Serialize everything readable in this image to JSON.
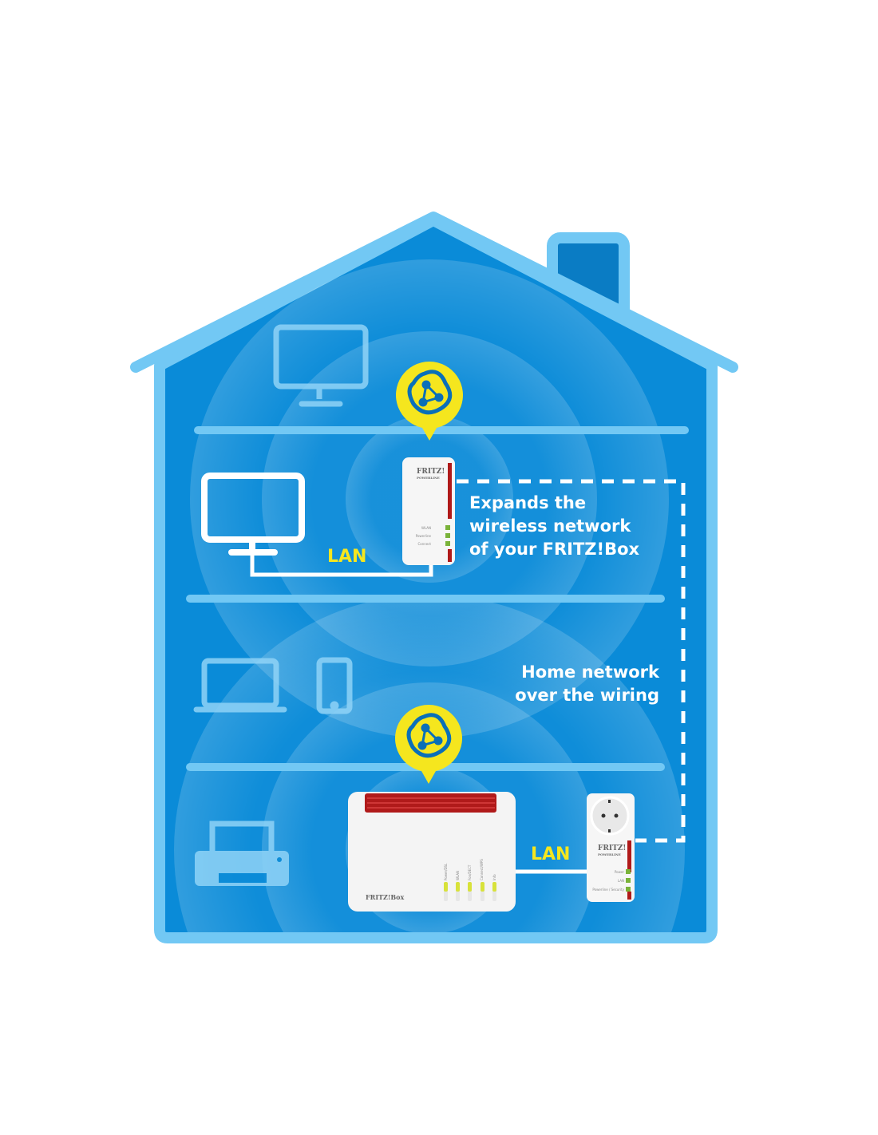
{
  "texts": {
    "wireless_label": [
      "Expands the",
      "wireless network",
      "of your FRITZ!Box"
    ],
    "wiring_label": [
      "Home network",
      "over the wiring"
    ],
    "lan_upper": "LAN",
    "lan_lower": "LAN"
  },
  "devices": {
    "upper_adapter": {
      "brand": "FRITZ!",
      "sub": "POWERLINE",
      "leds": [
        "WLAN",
        "Powerline",
        "Connect"
      ]
    },
    "router": {
      "brand": "FRITZ!Box",
      "leds": [
        "Power/DSL",
        "WLAN",
        "Fon/DECT",
        "Connect/WPS",
        "Info"
      ]
    },
    "lower_adapter": {
      "brand": "FRITZ!",
      "sub": "POWERLINE",
      "leds": [
        "Power",
        "LAN",
        "Powerline / Security"
      ]
    }
  },
  "icons": [
    "monitor-icon",
    "tv-icon",
    "laptop-icon",
    "phone-icon",
    "printer-icon",
    "mesh-icon"
  ],
  "colors": {
    "house": "#0a8bd8",
    "outline": "#72c8f4",
    "accent": "#f5e61e",
    "device_red": "#b01a1a"
  }
}
